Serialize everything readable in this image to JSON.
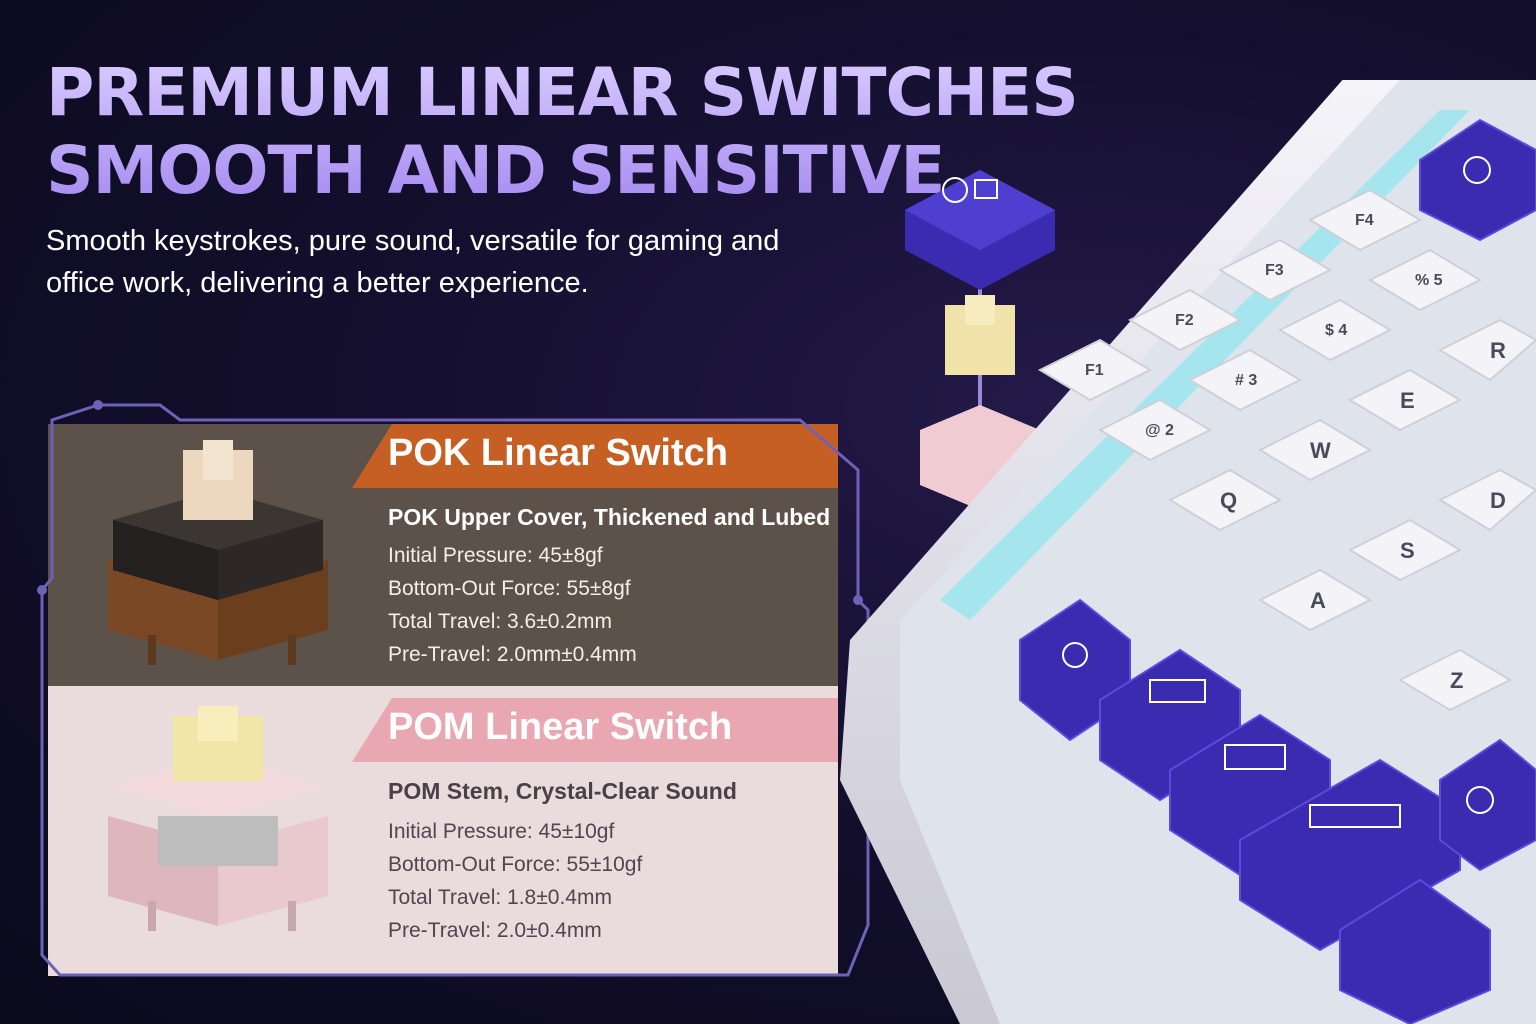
{
  "headline": {
    "line1": "PREMIUM LINEAR SWITCHES",
    "line2": "SMOOTH AND SENSITIVE"
  },
  "subtitle": "Smooth keystrokes, pure sound, versatile for gaming and office work, delivering a better experience.",
  "pok": {
    "title": "POK Linear Switch",
    "feature": "POK Upper Cover, Thickened and Lubed",
    "specs": [
      "Initial Pressure: 45±8gf",
      "Bottom-Out Force: 55±8gf",
      "Total Travel: 3.6±0.2mm",
      "Pre-Travel: 2.0mm±0.4mm"
    ],
    "banner_color": "#c65f24",
    "background_color": "#5d524a"
  },
  "pom": {
    "title": "POM Linear Switch",
    "feature": "POM Stem, Crystal-Clear Sound",
    "specs": [
      "Initial Pressure: 45±10gf",
      "Bottom-Out Force: 55±10gf",
      "Total Travel: 1.8±0.4mm",
      "Pre-Travel: 2.0±0.4mm"
    ],
    "banner_color": "#e8a7b1",
    "background_color": "#eadbdd"
  },
  "keyboard": {
    "keycap_white_legends": [
      "F1",
      "F2",
      "F3",
      "F4",
      "@ 2",
      "# 3",
      "$ 4",
      "% 5",
      "Q",
      "W",
      "E",
      "R",
      "A",
      "S",
      "D",
      "Z"
    ],
    "accent_color": "#3b2bb0"
  },
  "icons": [
    "gear-icon",
    "stopwatch-icon",
    "tab-key-icon",
    "caps-key-icon",
    "shift-key-icon",
    "robot-icon"
  ]
}
